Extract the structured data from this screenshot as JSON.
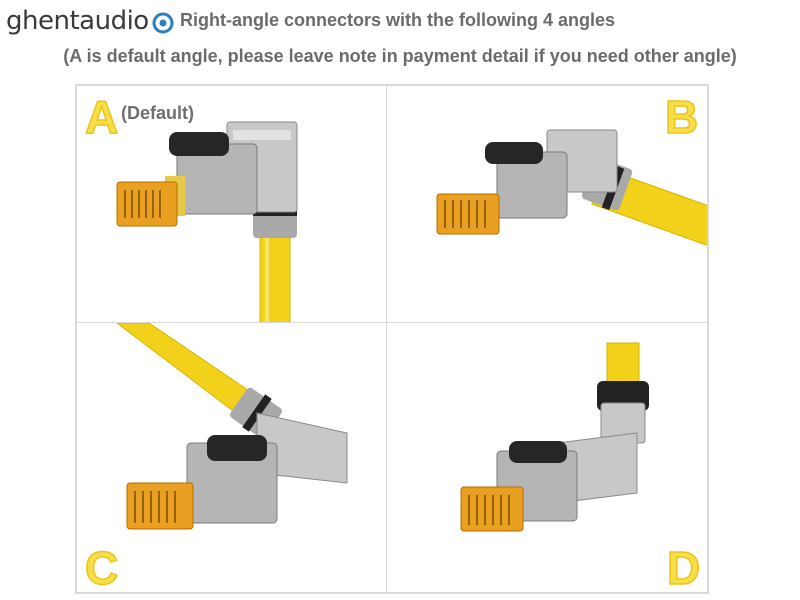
{
  "brand": {
    "name_prefix": "ghent",
    "name_suffix": "audio",
    "logo_icon": "ring-logo-icon"
  },
  "heading": {
    "title": "Right-angle connectors with the following 4 angles",
    "subtitle": "(A is default angle, please leave note in payment detail if you need other angle)"
  },
  "options": [
    {
      "letter": "A",
      "note": "(Default)"
    },
    {
      "letter": "B",
      "note": ""
    },
    {
      "letter": "C",
      "note": ""
    },
    {
      "letter": "D",
      "note": ""
    }
  ],
  "colors": {
    "cable": "#f2d11a",
    "metal": "#b8b8b8",
    "letter_fill": "#f6e04a",
    "text_gray": "#6b6b6b"
  }
}
